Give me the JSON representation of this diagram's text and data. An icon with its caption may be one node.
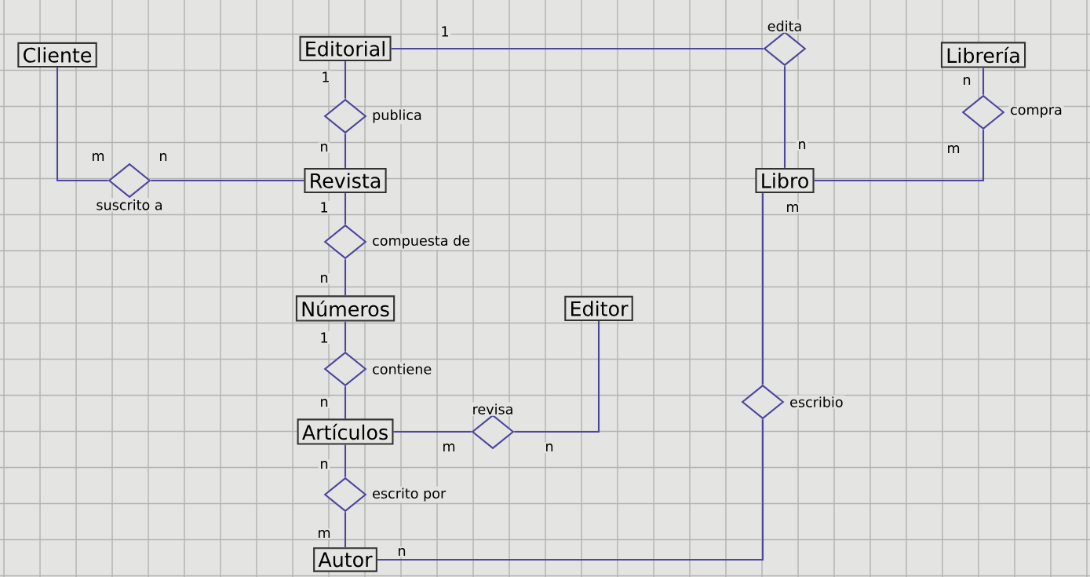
{
  "diagram": {
    "nodes": [
      {
        "text": [
          "Cliente"
        ]
      },
      {
        "text": [
          "Editorial"
        ]
      },
      {
        "text": [
          "Librería"
        ]
      },
      {
        "text": [],
        "shape": "diamond",
        "beside": [
          "edita"
        ]
      },
      {
        "text": [],
        "shape": "diamond",
        "beside": [
          "publica"
        ]
      },
      {
        "text": [],
        "shape": "diamond",
        "beside": [
          "compra"
        ]
      },
      {
        "text": [],
        "shape": "diamond",
        "beside": [
          "suscrito a"
        ]
      },
      {
        "text": [
          "Revista"
        ]
      },
      {
        "text": [
          "Libro"
        ]
      },
      {
        "text": [],
        "shape": "diamond",
        "beside": [
          "compuesta de"
        ]
      },
      {
        "text": [
          "Números"
        ]
      },
      {
        "text": [
          "Editor"
        ]
      },
      {
        "text": [],
        "shape": "diamond",
        "beside": [
          "contiene"
        ]
      },
      {
        "text": [],
        "shape": "diamond",
        "beside": [
          "escribio"
        ]
      },
      {
        "text": [
          "Artículos"
        ]
      },
      {
        "text": [],
        "shape": "diamond",
        "beside": [
          "revisa"
        ]
      },
      {
        "text": [],
        "shape": "diamond",
        "beside": [
          "escrito por"
        ]
      },
      {
        "text": [
          "Autor"
        ]
      }
    ],
    "edges": [
      {
        "from": 0,
        "to": 6,
        "arrow": "none",
        "label": "m"
      },
      {
        "from": 6,
        "to": 7,
        "arrow": "none",
        "label": "n"
      },
      {
        "from": 1,
        "to": 4,
        "arrow": "none",
        "label": "1"
      },
      {
        "from": 4,
        "to": 7,
        "arrow": "none",
        "label": "n"
      },
      {
        "from": 7,
        "to": 9,
        "arrow": "none",
        "label": "1"
      },
      {
        "from": 9,
        "to": 10,
        "arrow": "none",
        "label": "n"
      },
      {
        "from": 10,
        "to": 12,
        "arrow": "none",
        "label": "1"
      },
      {
        "from": 12,
        "to": 14,
        "arrow": "none",
        "label": "n"
      },
      {
        "from": 14,
        "to": 15,
        "arrow": "none",
        "label": "m"
      },
      {
        "from": 15,
        "to": 11,
        "arrow": "none",
        "label": "n"
      },
      {
        "from": 14,
        "to": 16,
        "arrow": "none",
        "label": "n"
      },
      {
        "from": 16,
        "to": 17,
        "arrow": "none",
        "label": "m"
      },
      {
        "from": 1,
        "to": 3,
        "arrow": "none",
        "label": "1"
      },
      {
        "from": 3,
        "to": 8,
        "arrow": "none",
        "label": "n"
      },
      {
        "from": 2,
        "to": 5,
        "arrow": "none",
        "label": "n"
      },
      {
        "from": 5,
        "to": 8,
        "arrow": "none",
        "label": "m"
      },
      {
        "from": 8,
        "to": 13,
        "arrow": "none",
        "label": "m"
      },
      {
        "from": 13,
        "to": 17,
        "arrow": "none",
        "label": "n"
      }
    ]
  }
}
